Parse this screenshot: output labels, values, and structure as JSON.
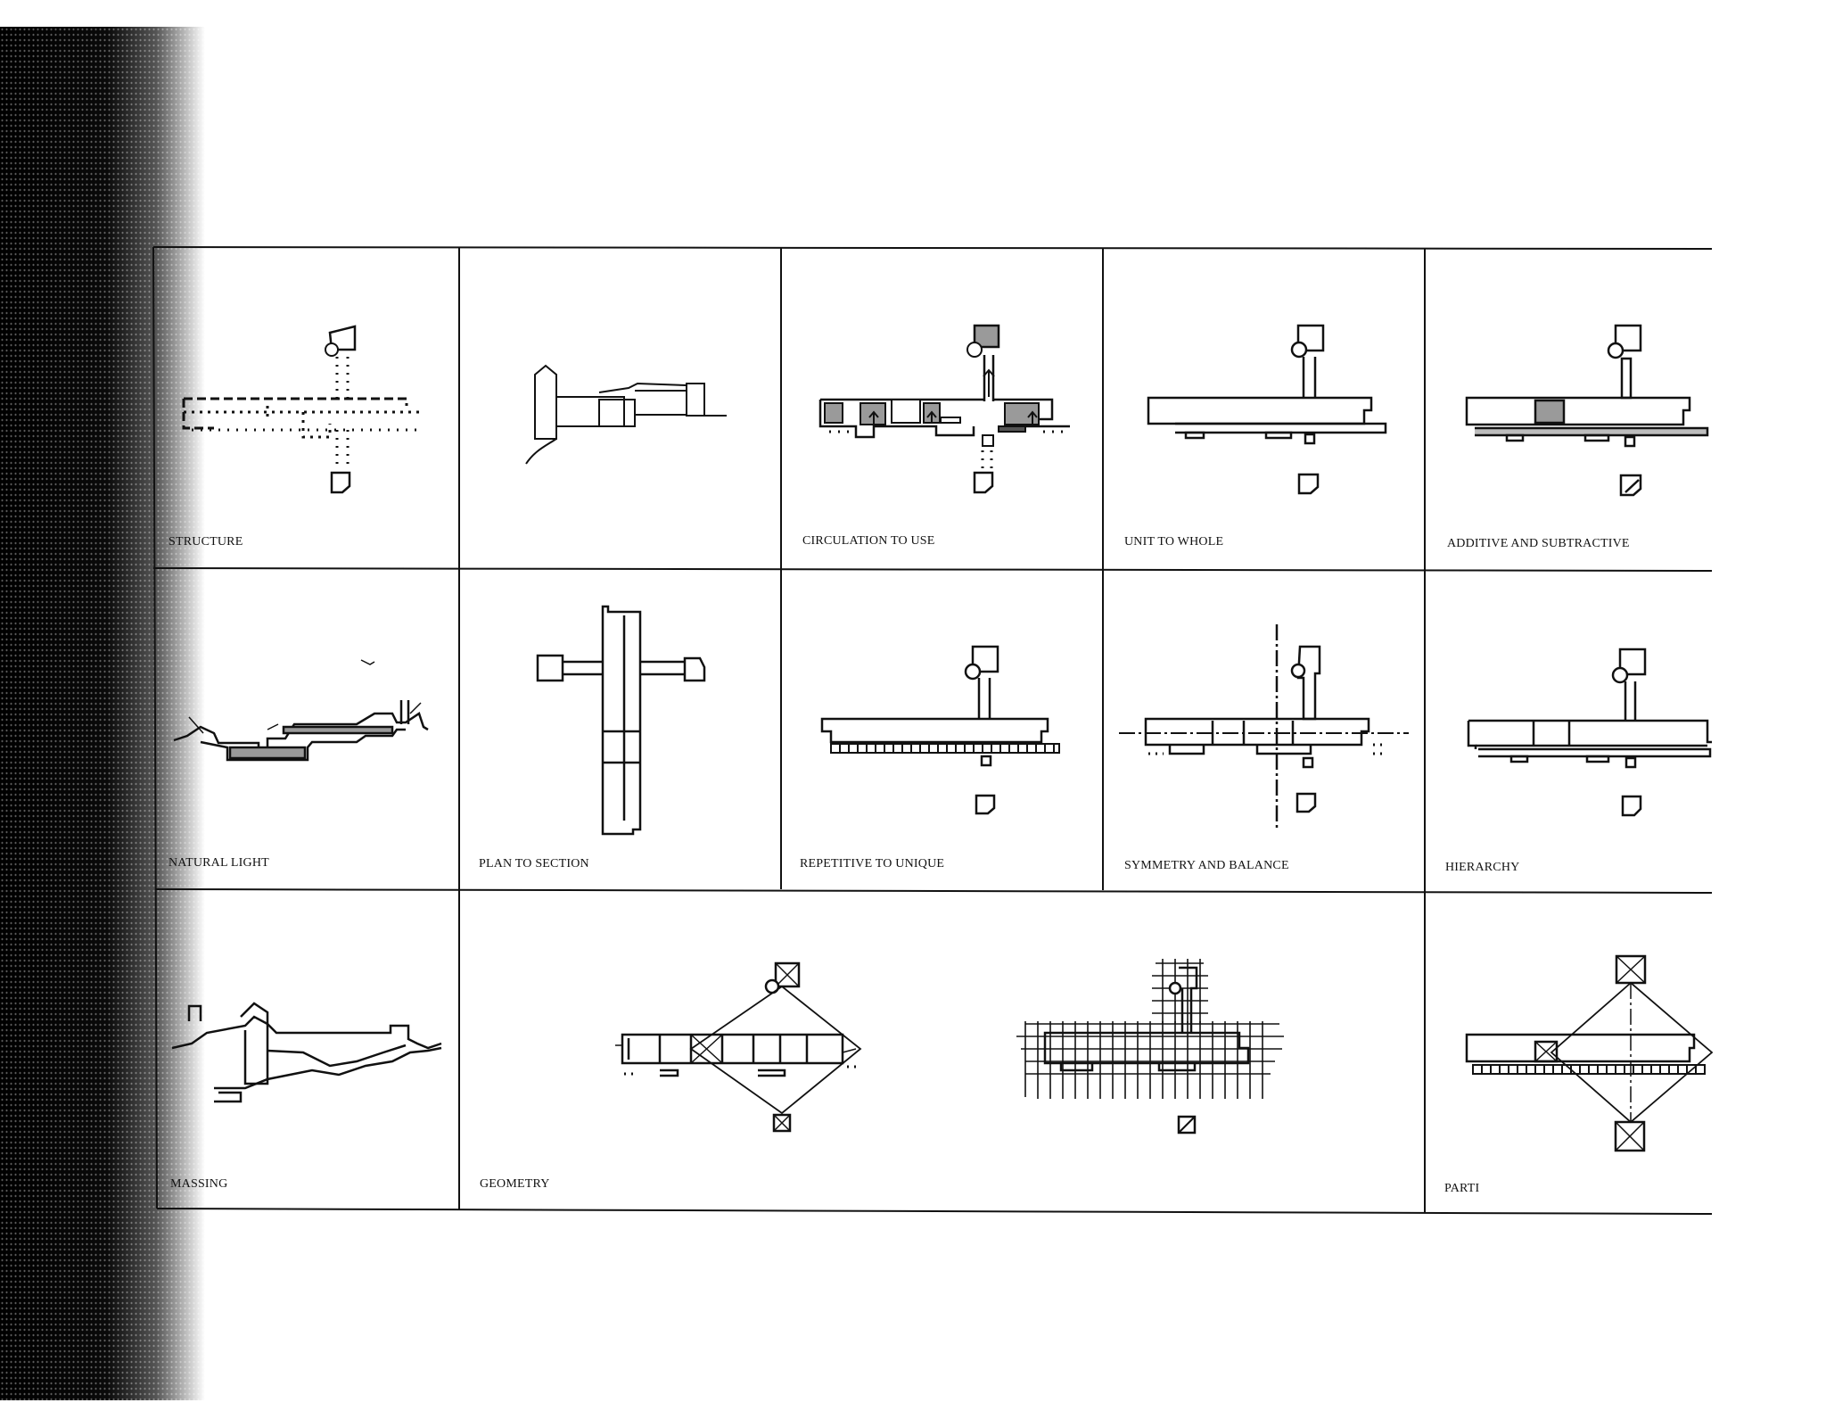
{
  "labels": {
    "structure": "STRUCTURE",
    "circulation": "CIRCULATION TO USE",
    "unit": "UNIT TO WHOLE",
    "additive": "ADDITIVE AND SUBTRACTIVE",
    "natural_light": "NATURAL LIGHT",
    "plan_section": "PLAN TO SECTION",
    "repetitive": "REPETITIVE TO UNIQUE",
    "symmetry": "SYMMETRY AND BALANCE",
    "hierarchy": "HIERARCHY",
    "massing": "MASSING",
    "geometry": "GEOMETRY",
    "parti": "PARTI"
  },
  "colors": {
    "ink": "#111111",
    "hatch": "#9a9a9a",
    "paper": "#ffffff"
  }
}
